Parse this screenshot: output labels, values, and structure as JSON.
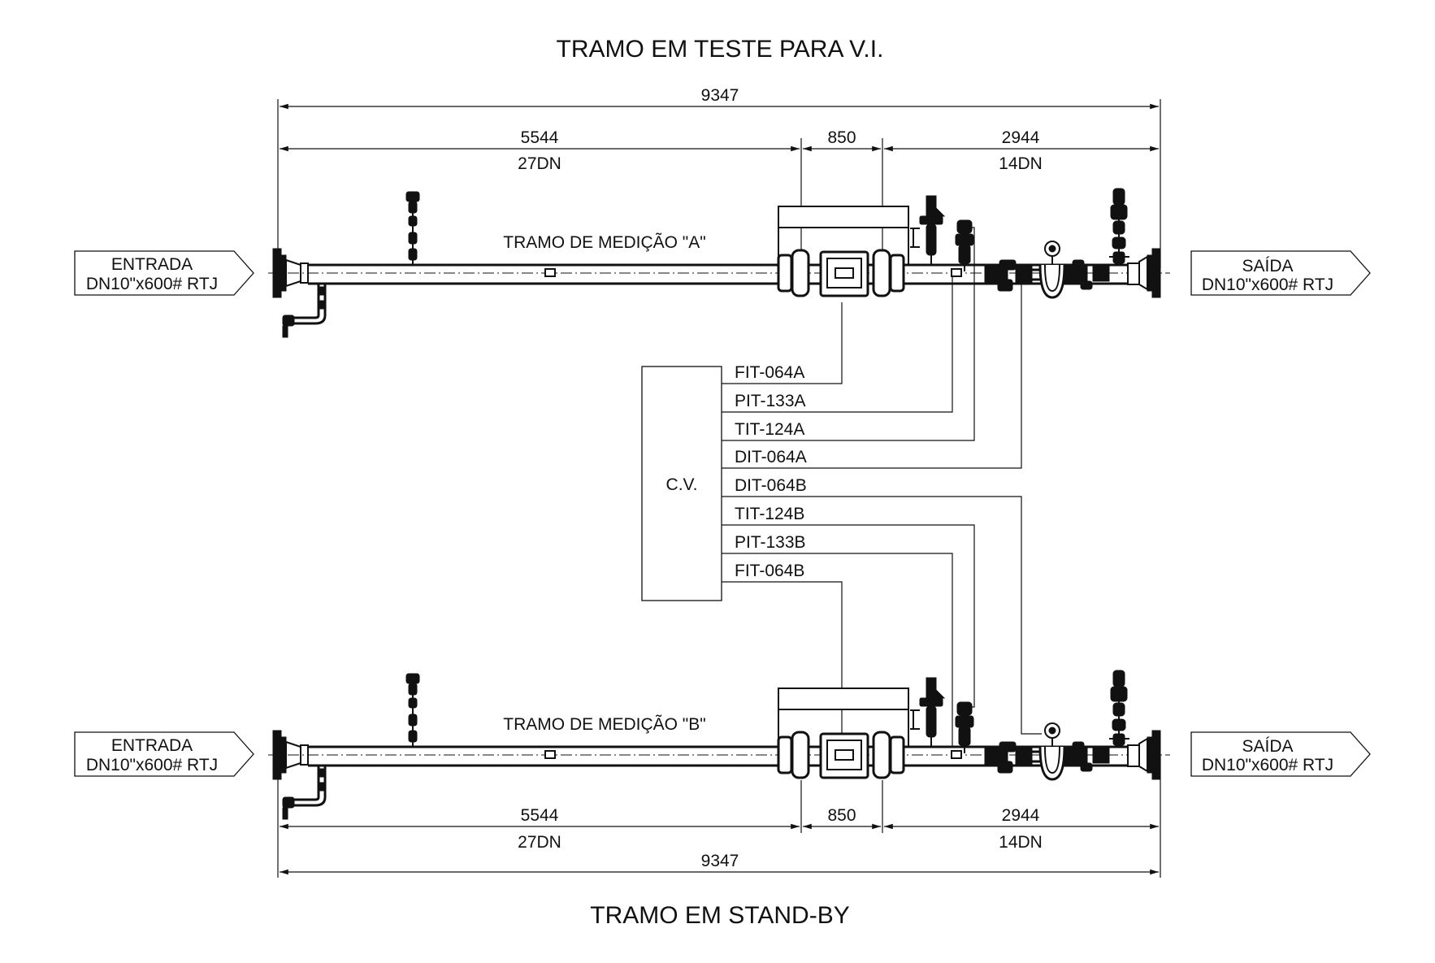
{
  "titles": {
    "top": "TRAMO EM TESTE PARA V.I.",
    "bottom": "TRAMO EM STAND-BY"
  },
  "run_a": {
    "label": "TRAMO DE MEDIÇÃO \"A\"",
    "dims": {
      "total": "9347",
      "upstream": "5544",
      "upstream_dn": "27DN",
      "meter": "850",
      "downstream": "2944",
      "downstream_dn": "14DN"
    }
  },
  "run_b": {
    "label": "TRAMO DE MEDIÇÃO \"B\"",
    "dims": {
      "total": "9347",
      "upstream": "5544",
      "upstream_dn": "27DN",
      "meter": "850",
      "downstream": "2944",
      "downstream_dn": "14DN"
    }
  },
  "inlet": {
    "line1": "ENTRADA",
    "line2": "DN10\"x600# RTJ"
  },
  "outlet": {
    "line1": "SAÍDA",
    "line2": "DN10\"x600# RTJ"
  },
  "cv": {
    "label": "C.V.",
    "signals": [
      "FIT-064A",
      "PIT-133A",
      "TIT-124A",
      "DIT-064A",
      "DIT-064B",
      "TIT-124B",
      "PIT-133B",
      "FIT-064B"
    ]
  }
}
